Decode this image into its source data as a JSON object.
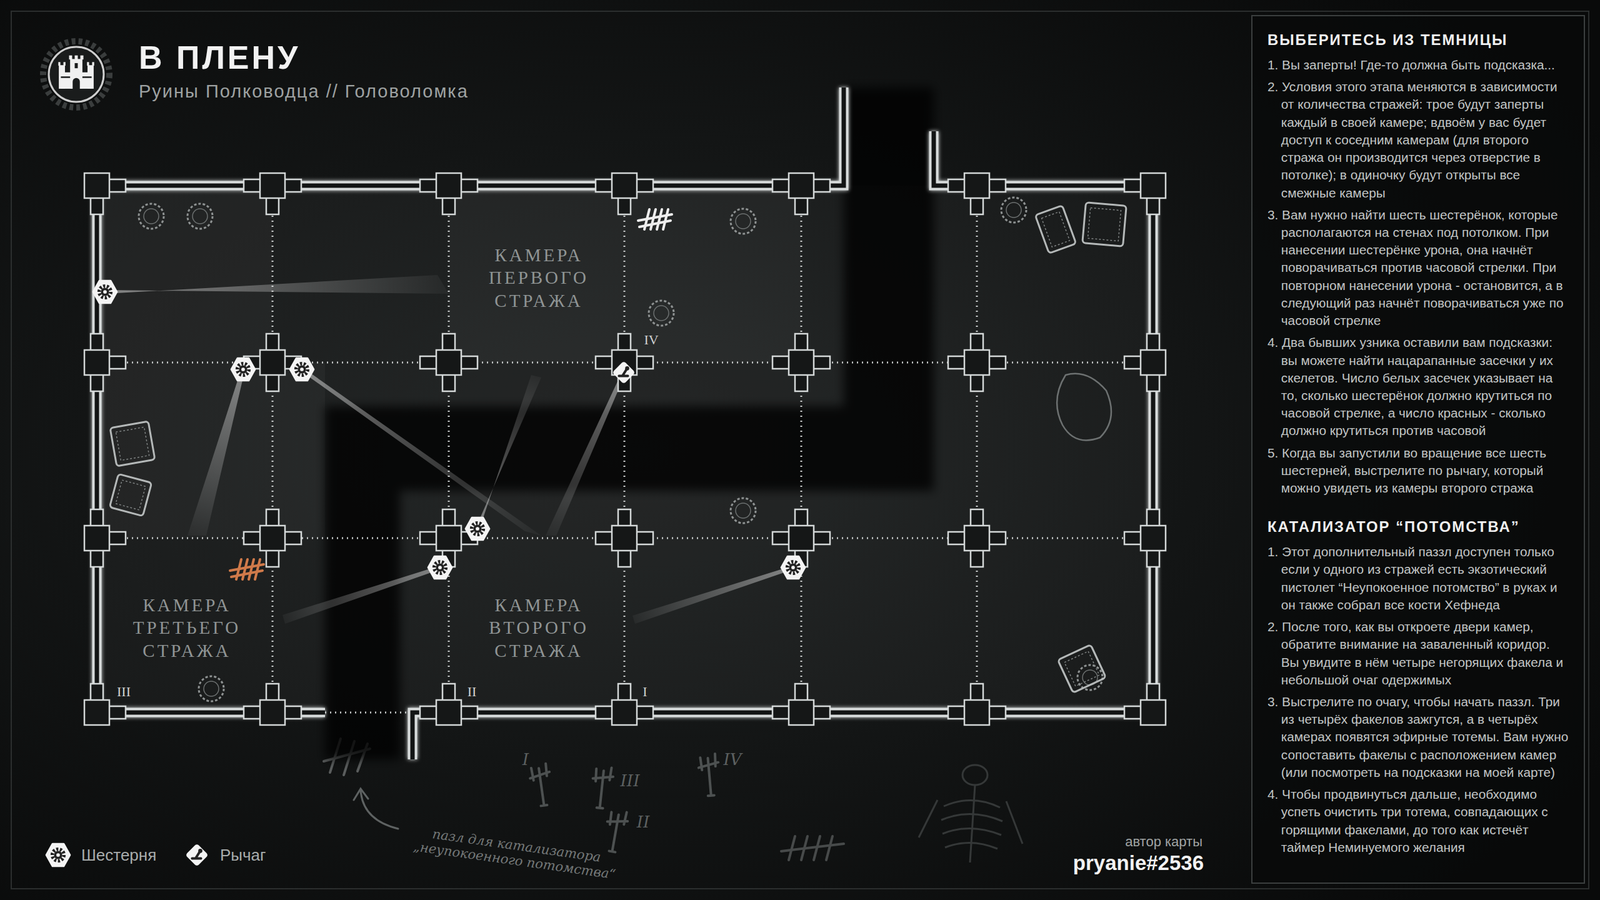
{
  "diagram": {
    "title": "В ПЛЕНУ",
    "nodes": [
      {
        "text": [
          "ВЫБЕРИТЕСЬ ИЗ ТЕМНИЦЫ",
          "1. Вы заперты! Где-то должна быть подсказка...",
          "2. Условия этого этапа меняются в зависимости от количества стражей: трое будут заперты каждый в своей камере; вдвоём у вас будет доступ к соседним камерам (для второго стража он производится через отверстие в потолке); в одиночку будут открыты все смежные камеры",
          "3. Вам нужно найти шесть шестерёнок, которые располагаются на стенах под потолком. При нанесении шестерёнке урона, она начнёт поворачиваться против часовой стрелки. При повторном нанесении урона - остановится, а в следующий раз начнёт поворачиваться уже по часовой стрелке",
          "4. Два бывших узника оставили вам подсказки: вы можете найти нацарапанные засечки у их скелетов. Число белых засечек указывает на то, сколько шестерёнок должно крутиться по часовой стрелке, а число красных - сколько должно крутиться против часовой",
          "5. Когда вы запустили во вращение все шесть шестерней, выстрелите по рычагу, который можно увидеть из камеры второго стража",
          "КАТАЛИЗАТОР “ПОТОМСТВА”",
          "1. Этот дополнительный паззл доступен только если у одного из стражей есть экзотический пистолет “Неупокоенное потомство” в руках и он также собрал все кости Хефнеда",
          "2. После того, как вы откроете двери камер, обратите внимание на заваленный коридор. Вы увидите в нём четыре негорящих факела и небольшой очаг одержимых",
          "3. Выстрелите по очагу, чтобы начать паззл. Три из четырёх факелов зажгутся, а в четырёх камерах появятся эфирные тотемы. Вам нужно сопоставить факелы с расположением камер (или посмотреть на подсказки на моей карте)",
          "4. Чтобы продвинуться дальше, необходимо успеть очистить три тотема, совпадающих с горящими факелами, до того как истечёт таймер Неминуемого желания"
        ]
      }
    ],
    "labels": [
      "Руины Полководца // Головоломка",
      "КАМЕРА ПЕРВОГО СТРАЖА",
      "IV",
      "КАМЕРА ТРЕТЬЕГО СТРАЖА",
      "КАМЕРА ВТОРОГО СТРАЖА",
      "III",
      "II",
      "I",
      "I",
      "IV",
      "III",
      "II",
      "пазл для катализатора „неупокоенного потомства“",
      "автор карты",
      "pryanie#2536"
    ],
    "legend": [
      {
        "text": "Шестерня"
      },
      {
        "text": "Рычаг"
      }
    ]
  }
}
